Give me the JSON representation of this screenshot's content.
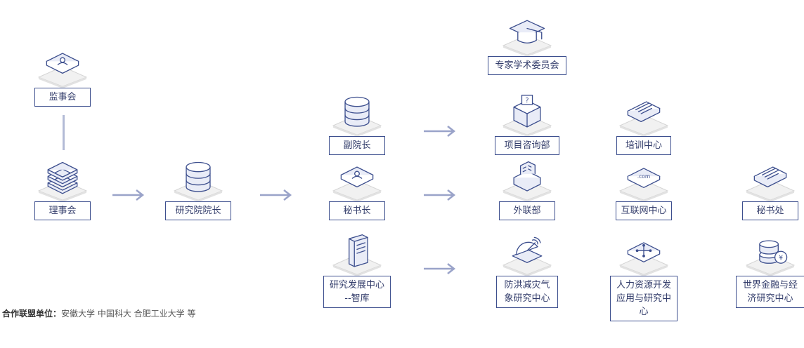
{
  "nodes": {
    "supervisory": "监事会",
    "council": "理事会",
    "president": "研究院院长",
    "vice_president": "副院长",
    "secretary_general": "秘书长",
    "think_tank": "研究发展中心\n--智库",
    "expert_committee": "专家学术委员会",
    "project_consulting": "项目咨询部",
    "training_center": "培训中心",
    "external_affairs": "外联部",
    "internet_center": "互联网中心",
    "secretariat": "秘书处",
    "disaster_center": "防洪减灾气象研究中心",
    "hr_center": "人力资源开发应用与研究中心",
    "finance_center": "世界金融与经济研究中心"
  },
  "footer": {
    "label": "合作联盟单位：",
    "text": "安徽大学   中国科大   合肥工业大学   等"
  },
  "icons": {
    "supervisory": "id-card-icon",
    "council": "stacked-layers-icon",
    "president": "database-icon",
    "vice_president": "database-icon",
    "secretary_general": "id-card-icon",
    "think_tank": "server-tower-icon",
    "expert_committee": "graduation-cap-icon",
    "project_consulting": "question-box-icon",
    "training_center": "document-icon",
    "external_affairs": "building-icon",
    "internet_center": "com-screen-icon",
    "secretariat": "document-icon",
    "disaster_center": "radar-dish-icon",
    "hr_center": "network-nodes-icon",
    "finance_center": "coins-icon"
  },
  "colors": {
    "stroke": "#3d4f8e",
    "fill": "#e9ecf7",
    "platform": "#f1f1f1",
    "arrow": "#9aa3c9",
    "connector": "#b3bbd6"
  }
}
